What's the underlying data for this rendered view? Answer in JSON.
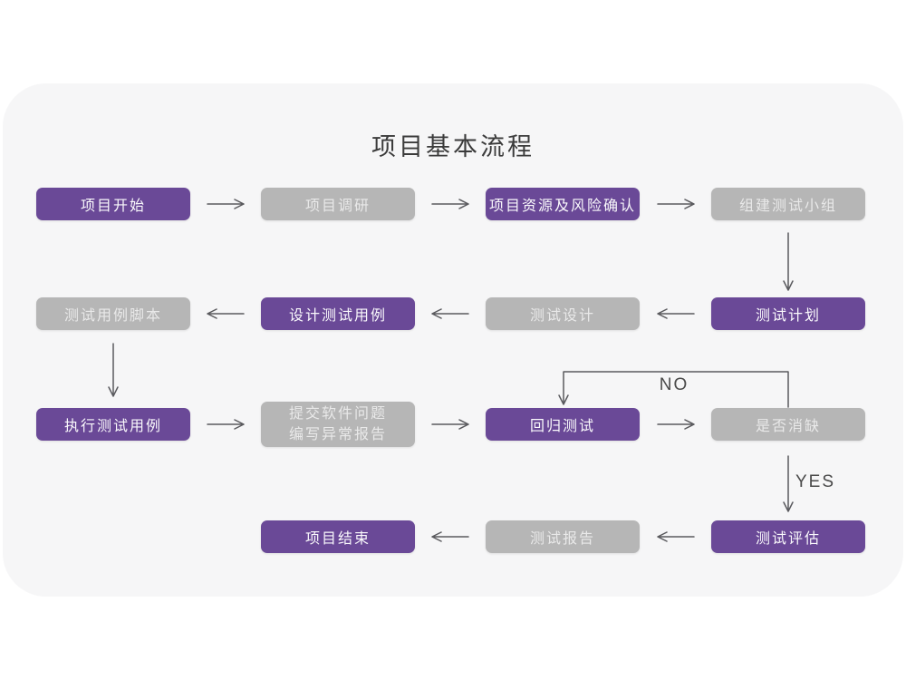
{
  "title": "项目基本流程",
  "colors": {
    "purple": "#6a4997",
    "gray": "#b6b6b6",
    "card_bg": "#f6f6f7",
    "arrow": "#5a5a5e"
  },
  "flow_labels": {
    "no": "NO",
    "yes": "YES"
  },
  "nodes": {
    "start": {
      "label": "项目开始",
      "style": "purple"
    },
    "research": {
      "label": "项目调研",
      "style": "gray"
    },
    "resources": {
      "label": "项目资源及风险确认",
      "style": "purple"
    },
    "team": {
      "label": "组建测试小组",
      "style": "gray"
    },
    "scripts": {
      "label": "测试用例脚本",
      "style": "gray"
    },
    "design_cases": {
      "label": "设计测试用例",
      "style": "purple"
    },
    "design": {
      "label": "测试设计",
      "style": "gray"
    },
    "plan": {
      "label": "测试计划",
      "style": "purple"
    },
    "execute": {
      "label": "执行测试用例",
      "style": "purple"
    },
    "submit": {
      "label": "提交软件问题\n编写异常报告",
      "style": "gray"
    },
    "regression": {
      "label": "回归测试",
      "style": "purple"
    },
    "defect_check": {
      "label": "是否消缺",
      "style": "gray"
    },
    "end": {
      "label": "项目结束",
      "style": "purple"
    },
    "report": {
      "label": "测试报告",
      "style": "gray"
    },
    "evaluate": {
      "label": "测试评估",
      "style": "purple"
    }
  }
}
